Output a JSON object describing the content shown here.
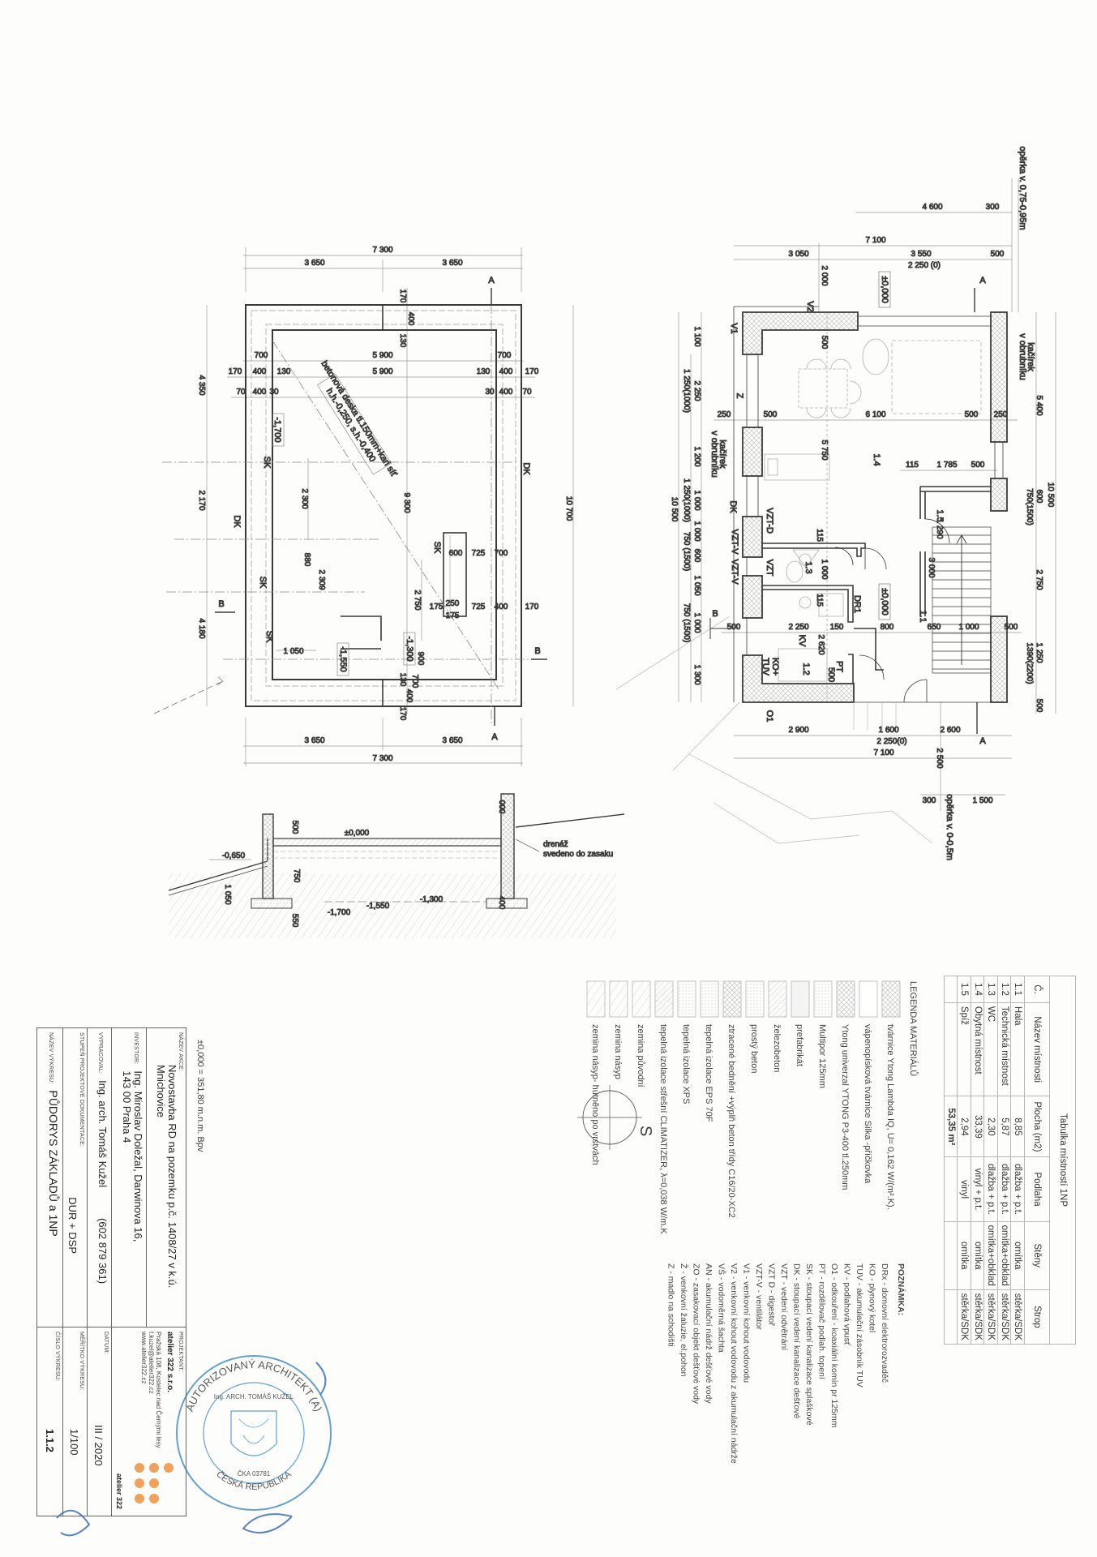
{
  "sheet": {
    "datum_note": "±0,000 = 351,80 m.n.m. Bpv",
    "north_label": "S"
  },
  "plan_1np": {
    "dims": [
      "4 600",
      "300",
      "7 100",
      "3 050",
      "3 550",
      "500",
      "2 250 (0)",
      "2 000",
      "500",
      "250",
      "500",
      "6 100",
      "500",
      "250",
      "5 750",
      "115",
      "1 785",
      "500",
      "115",
      "1 000",
      "115",
      "500",
      "2 250",
      "150",
      "800",
      "650",
      "1 000",
      "500",
      "2 620",
      "2 900",
      "1 600",
      "2 600",
      "2 250(0)",
      "7 100",
      "2 500",
      "300",
      "1 500",
      "1 100",
      "2 250",
      "1 200",
      "1 000",
      "1 000",
      "600",
      "1 050",
      "1 000",
      "1 300",
      "1 250(1000)",
      "1 250(1000)",
      "750 (1500)",
      "750 (1500)",
      "10 500",
      "5 400",
      "600",
      "750(1500)",
      "2 750",
      "1 250",
      "1390(2200)",
      "500",
      "10 500",
      "3 000",
      "1 290"
    ],
    "labels": [
      "1.1",
      "1.2",
      "1.3",
      "1.4",
      "1.5",
      "DR1",
      "KV",
      "PT",
      "KO+",
      "TUV",
      "VZT-D",
      "VZT",
      "DK",
      "VZT-V",
      "VZT-V",
      "V1",
      "V2",
      "Z",
      "O1",
      "±0,000",
      "±0,000",
      "kačírek",
      "v obrubníku",
      "kačírek",
      "v obrubníku",
      "opěrka v. 0,75-0,95m",
      "opěrka v. 0-0,5m",
      "A",
      "A",
      "B",
      "500"
    ]
  },
  "plan_foundation": {
    "dims": [
      "7 300",
      "3 650",
      "3 650",
      "170",
      "400",
      "130",
      "700",
      "5 900",
      "700",
      "170",
      "400",
      "130",
      "5 900",
      "130",
      "400",
      "170",
      "70",
      "400",
      "30",
      "30",
      "400",
      "70",
      "4 350",
      "2 170",
      "4 180",
      "10 700",
      "2 300",
      "880",
      "2 309",
      "9 300",
      "2 750",
      "600",
      "725",
      "700",
      "175",
      "250",
      "725",
      "400",
      "170",
      "175",
      "1 050",
      "900",
      "130",
      "400",
      "700",
      "170",
      "3 650",
      "3 650",
      "7 300"
    ],
    "labels": [
      "-1,700",
      "-1,550",
      "-1,300",
      "SK",
      "SK",
      "SK",
      "SK",
      "DK",
      "DK",
      "A",
      "A",
      "B",
      "B",
      "betonová deska tl.150mm+kari síť",
      "h.h.-0,250, s.h.-0,400"
    ]
  },
  "section": {
    "labels": [
      "±0,000",
      "-0,650",
      "-1,700",
      "-1,550",
      "-1,300",
      "drenáž",
      "svedeno do zasaku",
      "500",
      "750",
      "1 050",
      "550",
      "400",
      "000"
    ]
  },
  "room_table": {
    "title": "Tabulka místností 1NP",
    "headers": [
      "Č.",
      "Název místnosti",
      "Plocha (m2)",
      "Podlaha",
      "Stěny",
      "Strop"
    ],
    "rows": [
      [
        "1.1",
        "Hala",
        "8,85",
        "dlažba + p.t.",
        "omítka",
        "stěrka/SDK"
      ],
      [
        "1.2",
        "Technická místnost",
        "5,87",
        "dlažba + p.t.",
        "omítka+obklad",
        "stěrka/SDK"
      ],
      [
        "1.3",
        "WC",
        "2,30",
        "dlažba + p.t.",
        "omítka+obklad",
        "stěrka/SDK"
      ],
      [
        "1.4",
        "Obytná místnost",
        "33,39",
        "vinyl + p.t.",
        "omítka",
        "stěrka/SDK"
      ],
      [
        "1.5",
        "Spíž",
        "2,94",
        "vinyl",
        "omítka",
        "stěrka/SDK"
      ]
    ],
    "total": "53,35 m²"
  },
  "legend": {
    "title": "LEGENDA MATERIÁLŮ",
    "items": [
      "tvárnice Ytong Lambda IQ, U= 0,162 W/(m².K).",
      "vápenopísková tvárnice Silka -příčkovka",
      "Ytong univerzal YTONG P3-400  tl.250mm",
      "Multipor 125mm",
      "prefabrikát",
      "železobeton",
      "prostý beton",
      "ztracené bednění +výplň beton třídy C16/20-XC2",
      "tepelná izolace EPS 70F",
      "tepelná izolace XPS",
      "tepelná izolace střešní CLIMATIZER, λ=0,038 W/m.K",
      "zemina původní",
      "zemina násyp",
      "zemina násyp- hutněno po vrstvách"
    ]
  },
  "notes": {
    "title": "POZNÁMKA:",
    "items": [
      "DRx - domovní elektrorozvaděč",
      "KO - plynový kotel",
      "TUV - akumulační zásobník TUV",
      "KV - podlahová vpusť",
      "O1 - odkouření - koaxiální komín pr 125mm",
      "PT - rozdělovač podlah. topení",
      "SK - stoupací vedení kanalizace splaškové",
      "DK - stoupací vedení kanalizace dešťové",
      "VZT - vedení odvětrání",
      "VZT D - digestoř",
      "VZT-V - ventilátor",
      "V1 - venkovní kohout vodovodu",
      "V2 - venkovní kohout vodovodu z akumulační nádrže",
      "VŠ - vodoměrná šachta",
      "AN - akumulační nádrž dešťové vody",
      "ZO - zasakovací objekt dešťové vody",
      "Ž - venkovní žaluzie, el.pohon",
      "Z - madlo na schodišti"
    ]
  },
  "title_block": {
    "akce_label": "NÁZEV AKCE:",
    "akce_line1": "Novostavba RD na pozemku p.č.  1408/27  v k.ú.",
    "akce_line2": "Mnichovice",
    "investor_label": "INVESTOR:",
    "investor_line1": "Ing. Miroslav Doležal,  Darwinova 16,",
    "investor_line2": "143 00 Praha 4",
    "vypracoval_label": "VYPRACOVAL:",
    "vypracoval_value": "Ing. arch. Tomáš Kužel",
    "vypracoval_phone": "(602 879 361)",
    "stupen_label": "STUPEŇ PROJEKTOVÉ DOKUMENTACE:",
    "stupen_value": "DUR + DSP",
    "nazev_label": "NÁZEV VÝKRESU:",
    "nazev_value": "PŮDORYS ZÁKLADŮ a 1NP",
    "projektant_label": "PROJEKTANT:",
    "projektant_name": "atelier 322 s.r.o.",
    "projektant_addr": "Pražská 108, Kostelec nad Černými lesy",
    "projektant_email": "t.kuzel@atelier322.cz",
    "projektant_web": "www.atelier322.cz",
    "logo_text": "atelier 322",
    "datum_label": "DATUM:",
    "datum_value": "III / 2020",
    "meritko_label": "MĚŘÍTKO VÝKRESU:",
    "meritko_value": "1/100",
    "cislo_label": "ČÍSLO VÝKRESU:",
    "cislo_value": "1.1.2"
  },
  "stamp": {
    "outer_text": "AUTORIZOVANÝ ARCHITEKT (A)",
    "inner_text": "Ing. ARCH. TOMÁŠ KUŽEL",
    "bottom_text": "ČESKÁ REPUBLIKA",
    "number": "ČKA 03781",
    "color": "#4a90c8"
  },
  "colors": {
    "line": "#3a3a3a",
    "faint": "#a8a8a8",
    "logo": "#f0a25a",
    "stamp": "#4a90c8"
  }
}
